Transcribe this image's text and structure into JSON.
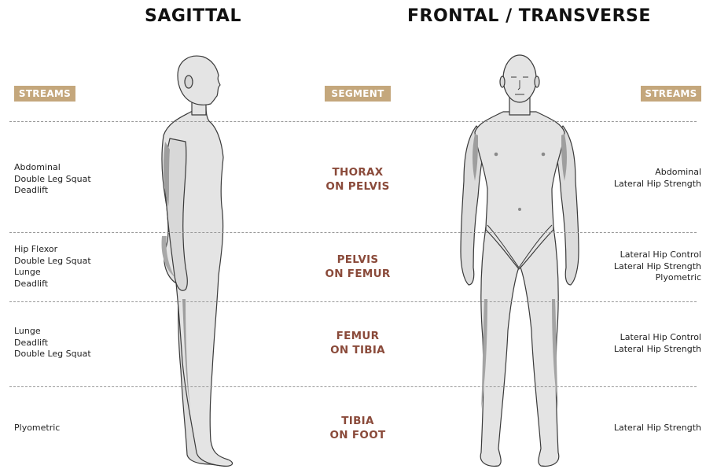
{
  "titles": {
    "sagittal": "SAGITTAL",
    "frontal": "FRONTAL / TRANSVERSE"
  },
  "headers": {
    "streams_left": "STREAMS",
    "segment": "SEGMENT",
    "streams_right": "STREAMS"
  },
  "colors": {
    "badge": "#c4a77c",
    "segment_text": "#8a4a3a",
    "body_fill": "#e4e4e4",
    "body_shade": "#9e9e9e",
    "body_outline": "#3a3a3a"
  },
  "rows": [
    {
      "segment": [
        "THORAX",
        "ON PELVIS"
      ],
      "sagittal_streams": [
        "Abdominal",
        "Double Leg Squat",
        "Deadlift"
      ],
      "frontal_streams": [
        "Abdominal",
        "Lateral Hip Strength"
      ]
    },
    {
      "segment": [
        "PELVIS",
        "ON FEMUR"
      ],
      "sagittal_streams": [
        "Hip Flexor",
        "Double Leg Squat",
        "Lunge",
        "Deadlift"
      ],
      "frontal_streams": [
        "Lateral Hip Control",
        "Lateral Hip Strength",
        "Plyometric"
      ]
    },
    {
      "segment": [
        "FEMUR",
        "ON TIBIA"
      ],
      "sagittal_streams": [
        "Lunge",
        "Deadlift",
        "Double Leg Squat"
      ],
      "frontal_streams": [
        "Lateral Hip Control",
        "Lateral Hip Strength"
      ]
    },
    {
      "segment": [
        "TIBIA",
        "ON FOOT"
      ],
      "sagittal_streams": [
        "Plyometric"
      ],
      "frontal_streams": [
        "Lateral Hip Strength"
      ]
    }
  ]
}
